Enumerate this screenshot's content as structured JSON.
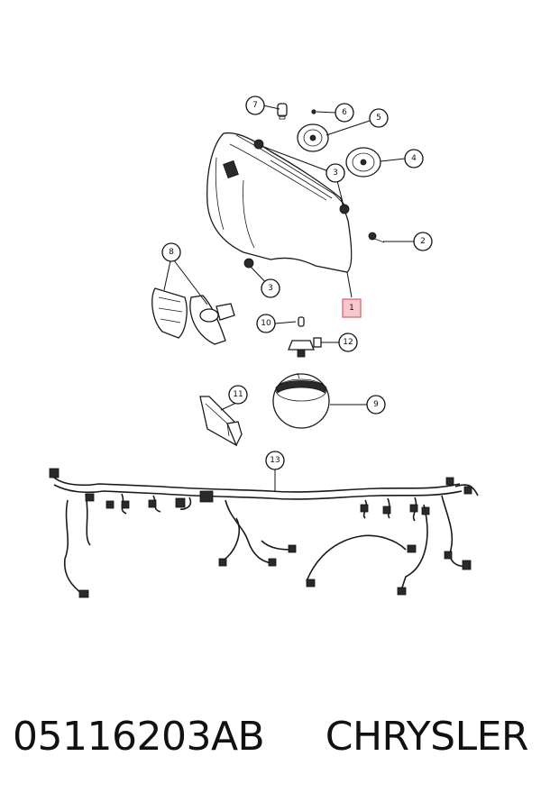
{
  "callouts": [
    {
      "id": "1",
      "label": "1",
      "highlight": true
    },
    {
      "id": "2",
      "label": "2"
    },
    {
      "id": "3a",
      "label": "3"
    },
    {
      "id": "3b",
      "label": "3"
    },
    {
      "id": "4",
      "label": "4"
    },
    {
      "id": "5",
      "label": "5"
    },
    {
      "id": "6",
      "label": "6"
    },
    {
      "id": "7",
      "label": "7"
    },
    {
      "id": "8",
      "label": "8"
    },
    {
      "id": "9",
      "label": "9"
    },
    {
      "id": "10",
      "label": "10"
    },
    {
      "id": "11",
      "label": "11"
    },
    {
      "id": "12",
      "label": "12"
    },
    {
      "id": "13",
      "label": "13"
    }
  ],
  "footer": {
    "part_number": "05116203AB",
    "brand": "CHRYSLER"
  },
  "colors": {
    "highlight_fill": "#f7c9cc",
    "highlight_stroke": "#d76a74",
    "line": "#111111"
  }
}
